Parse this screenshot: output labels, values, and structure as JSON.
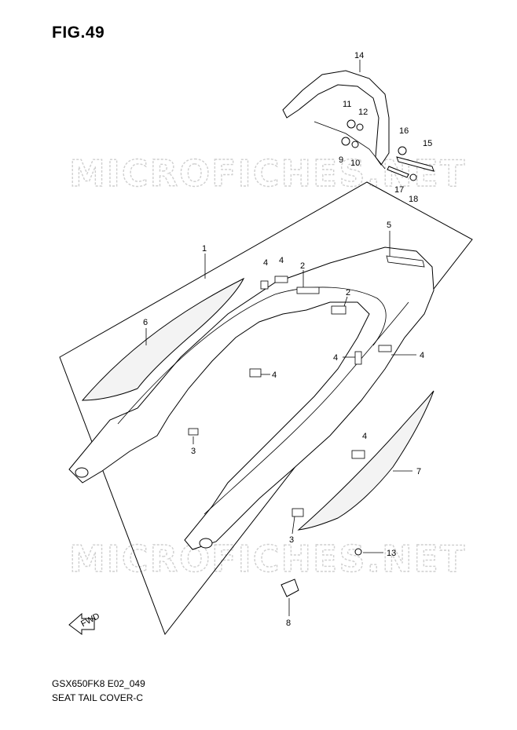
{
  "figure": {
    "title": "FIG.49",
    "model_code": "GSX650FK8 E02_049",
    "section_name": "SEAT TAIL COVER-C"
  },
  "watermark": {
    "text": "MICROFICHES.NET"
  },
  "fwd_arrow": {
    "label": "FWD"
  },
  "callouts": {
    "c1": "1",
    "c2a": "2",
    "c2b": "2",
    "c3a": "3",
    "c3b": "3",
    "c4a": "4",
    "c4b": "4",
    "c4c": "4",
    "c4d": "4",
    "c4e": "4",
    "c4f": "4",
    "c5": "5",
    "c6": "6",
    "c7": "7",
    "c8": "8",
    "c9": "9",
    "c10": "10",
    "c11": "11",
    "c12": "12",
    "c13": "13",
    "c14": "14",
    "c15": "15",
    "c16": "16",
    "c17": "17",
    "c18": "18"
  }
}
